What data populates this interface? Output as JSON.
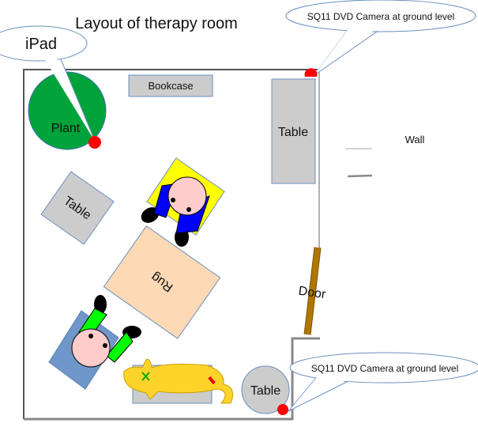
{
  "title": "Layout of therapy room",
  "labels": {
    "ipad": "iPad",
    "plant": "Plant",
    "bookcase": "Bookcase",
    "table_top_right": "Table",
    "table_left": "Table",
    "rug": "Rug",
    "door": "Door",
    "wall": "Wall",
    "table_round": "Table"
  },
  "callouts": {
    "camera_top": "SQ11 DVD Camera at ground level",
    "camera_bottom": "SQ11 DVD Camera at ground level"
  },
  "colors": {
    "plant": "#00a33a",
    "camera": "#ff0000",
    "furniture": "#cccccc",
    "rug": "#fdd9b5",
    "chair": "#ffff00",
    "mat": "#6f97c9",
    "door": "#b07700",
    "toy": "#ffd42a",
    "shirt_top": "#0000ff",
    "shirt_bottom": "#00ff00",
    "skin": "#ffcccc"
  }
}
